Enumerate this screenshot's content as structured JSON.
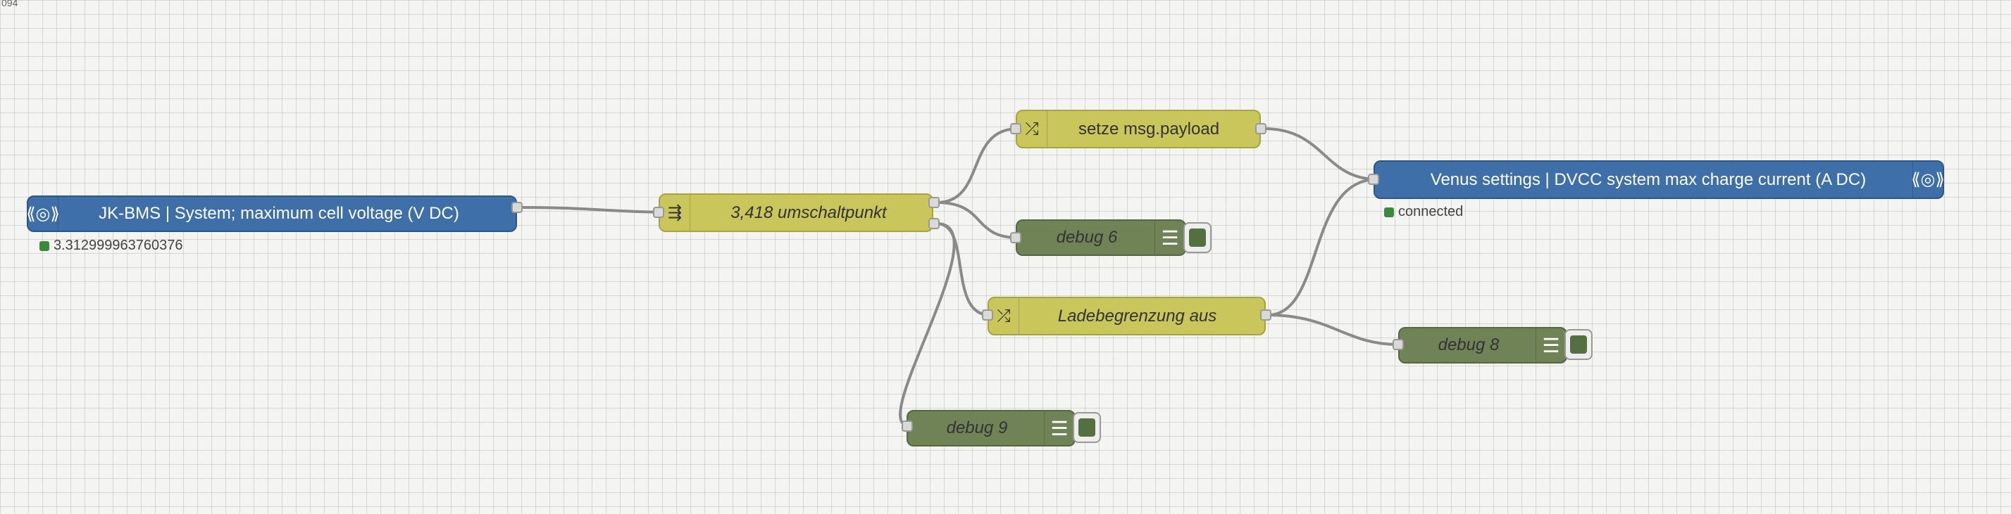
{
  "corner_text": "094",
  "colors": {
    "wire": "#8a8a8a",
    "blue_node": "#3f6fa8",
    "yellow_node": "#c9c65c",
    "green_node": "#6f8357",
    "status_green": "#3b8a3b"
  },
  "nodes": {
    "jk_bms": {
      "label": "JK-BMS | System; maximum cell voltage (V DC)",
      "icon": "victron-logo-icon",
      "status": "3.312999963760376"
    },
    "switch": {
      "label": "3,418 umschaltpunkt",
      "icon": "switch-icon"
    },
    "change_setze": {
      "label": "setze msg.payload",
      "icon": "shuffle-icon"
    },
    "debug6": {
      "label": "debug 6",
      "icon": "debug-list-icon"
    },
    "change_lade": {
      "label": "Ladebegrenzung aus",
      "icon": "shuffle-icon"
    },
    "debug9": {
      "label": "debug 9",
      "icon": "debug-list-icon"
    },
    "venus": {
      "label": "Venus settings | DVCC system max charge current (A DC)",
      "icon": "victron-logo-icon",
      "status": "connected"
    },
    "debug8": {
      "label": "debug 8",
      "icon": "debug-list-icon"
    }
  }
}
